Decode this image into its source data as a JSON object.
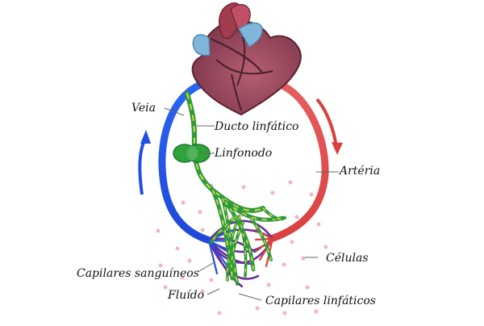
{
  "diagram": {
    "labels": {
      "veia": "Veia",
      "ducto": "Ducto linfático",
      "linfonodo": "Linfonodo",
      "arteria": "Artéria",
      "celulas": "Células",
      "capilares_sanguineos": "Capilares sanguíneos",
      "fluido": "Fluído",
      "capilares_linfaticos": "Capilares linfáticos"
    },
    "colors": {
      "vein": "#1f4fe0",
      "artery": "#e2494a",
      "lymph": "#2f9a3b",
      "lymph_dash": "#e5e04a",
      "heart": "#8d3d51",
      "heart_vessels": "#7fb6da",
      "capillary_purple": "#6a2b9a",
      "cells": "#f1b6c0"
    },
    "icons": {
      "heart": "heart-icon",
      "lymph_node": "lymph-node-icon",
      "arrow_up": "arrow-up-icon",
      "arrow_down": "arrow-down-icon"
    }
  }
}
